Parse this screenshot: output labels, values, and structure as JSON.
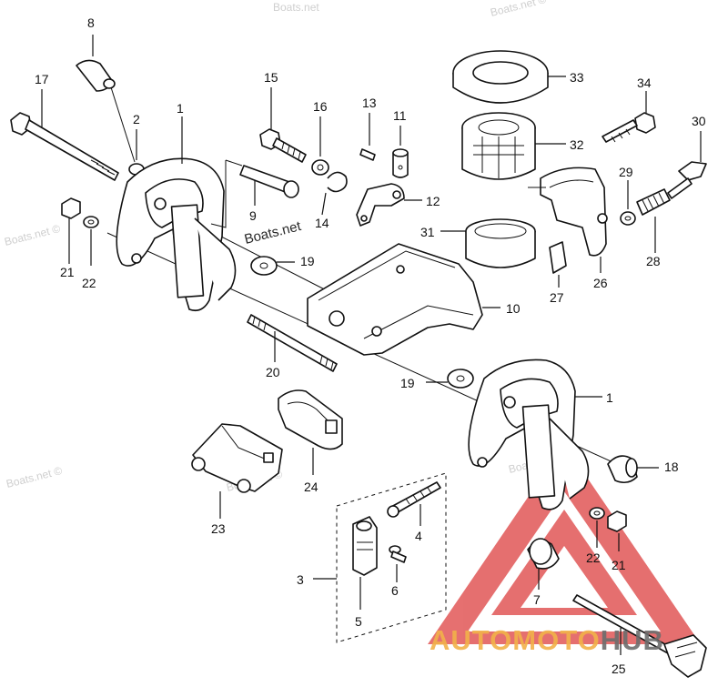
{
  "watermark": "Boats.net",
  "watermark_copyright": "Boats.net ©",
  "brand": {
    "part1": "AUTOMOTO",
    "part2": "HUB",
    "color_primary": "#f2b24a",
    "color_secondary": "#6d6d6d",
    "triangle_color": "#e05050"
  },
  "callouts": [
    {
      "id": "c8",
      "text": "8"
    },
    {
      "id": "c17",
      "text": "17"
    },
    {
      "id": "c2",
      "text": "2"
    },
    {
      "id": "c1a",
      "text": "1"
    },
    {
      "id": "c15",
      "text": "15"
    },
    {
      "id": "c16",
      "text": "16"
    },
    {
      "id": "c13",
      "text": "13"
    },
    {
      "id": "c11",
      "text": "11"
    },
    {
      "id": "c33",
      "text": "33"
    },
    {
      "id": "c34",
      "text": "34"
    },
    {
      "id": "c30",
      "text": "30"
    },
    {
      "id": "c32",
      "text": "32"
    },
    {
      "id": "c29",
      "text": "29"
    },
    {
      "id": "c9",
      "text": "9"
    },
    {
      "id": "c14",
      "text": "14"
    },
    {
      "id": "c12",
      "text": "12"
    },
    {
      "id": "c31",
      "text": "31"
    },
    {
      "id": "c28",
      "text": "28"
    },
    {
      "id": "c21a",
      "text": "21"
    },
    {
      "id": "c22a",
      "text": "22"
    },
    {
      "id": "c19a",
      "text": "19"
    },
    {
      "id": "c27",
      "text": "27"
    },
    {
      "id": "c26",
      "text": "26"
    },
    {
      "id": "c10",
      "text": "10"
    },
    {
      "id": "c20",
      "text": "20"
    },
    {
      "id": "c19b",
      "text": "19"
    },
    {
      "id": "c1b",
      "text": "1"
    },
    {
      "id": "c18",
      "text": "18"
    },
    {
      "id": "c24",
      "text": "24"
    },
    {
      "id": "c23",
      "text": "23"
    },
    {
      "id": "c4",
      "text": "4"
    },
    {
      "id": "c3",
      "text": "3"
    },
    {
      "id": "c6",
      "text": "6"
    },
    {
      "id": "c22b",
      "text": "22"
    },
    {
      "id": "c21b",
      "text": "21"
    },
    {
      "id": "c7",
      "text": "7"
    },
    {
      "id": "c5",
      "text": "5"
    },
    {
      "id": "c25",
      "text": "25"
    }
  ]
}
